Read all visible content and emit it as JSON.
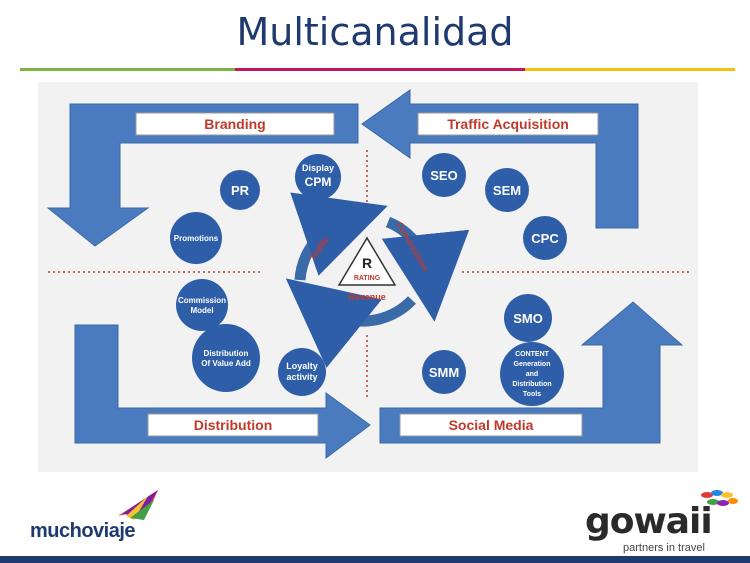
{
  "title": "Multicanalidad",
  "colors": {
    "title": "#1f3a6e",
    "arrow": "#4a7bbf",
    "circle": "#2f5ea8",
    "label_text": "#c0392b",
    "rule_green": "#7cb342",
    "rule_red": "#c2185b",
    "rule_yellow": "#f4c20d"
  },
  "quadrants": {
    "branding": "Branding",
    "traffic": "Traffic Acquisition",
    "distribution": "Distribution",
    "social": "Social Media"
  },
  "circles": {
    "pr": "PR",
    "display1": "Display",
    "display2": "CPM",
    "promotions": "Promotions",
    "seo": "SEO",
    "sem": "SEM",
    "cpc": "CPC",
    "commission1": "Commission",
    "commission2": "Model",
    "distva1": "Distribution",
    "distva2": "Of Value Add",
    "loyalty1": "Loyalty",
    "loyalty2": "activity",
    "smo": "SMO",
    "smm": "SMM",
    "content1": "CONTENT",
    "content2": "Generation",
    "content3": "and",
    "content4": "Distribution",
    "content5": "Tools"
  },
  "center": {
    "traffic": "Traffic",
    "conversions": "Conversions",
    "revenue": "Revenue",
    "r": "R",
    "rating": "RATING"
  },
  "logos": {
    "left": "muchoviaje",
    "right": "gowaii",
    "right_tagline": "partners in travel"
  }
}
